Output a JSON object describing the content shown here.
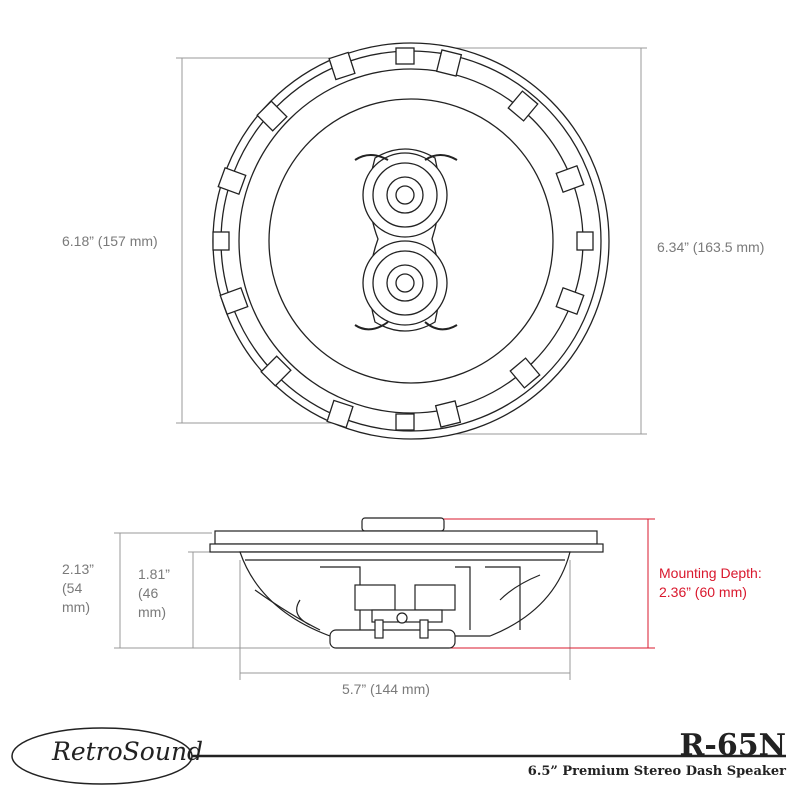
{
  "dimensions": {
    "inner_diameter": "6.18” (157 mm)",
    "outer_diameter": "6.34” (163.5 mm)",
    "overall_height": [
      "2.13”",
      "(54",
      "mm)"
    ],
    "basket_height": [
      "1.81”",
      "(46",
      "mm)"
    ],
    "basket_width": "5.7” (144 mm)",
    "mounting_depth": [
      "Mounting Depth:",
      "2.36” (60 mm)"
    ]
  },
  "footer": {
    "logo": "RetroSound",
    "model": "R-65N",
    "subtitle": "6.5” Premium Stereo Dash Speaker"
  },
  "colors": {
    "dimension": "#7a7a7a",
    "mounting_depth": "#d9182d",
    "drawing": "#222222"
  }
}
